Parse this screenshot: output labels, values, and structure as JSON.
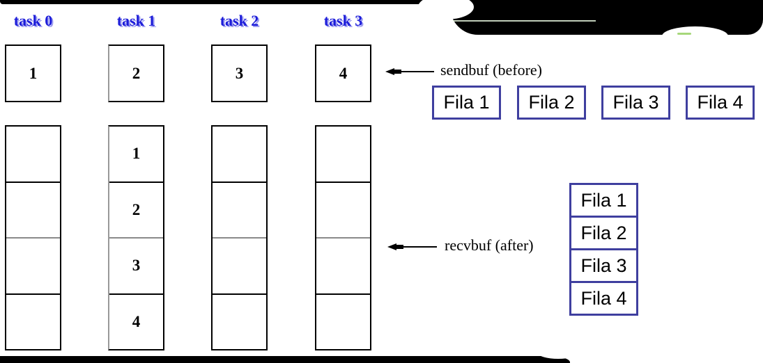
{
  "diagram": {
    "tasks": [
      {
        "label": "task 0",
        "send_value": "1",
        "recv_cells": [
          "",
          "",
          "",
          ""
        ]
      },
      {
        "label": "task 1",
        "send_value": "2",
        "recv_cells": [
          "1",
          "2",
          "3",
          "4"
        ]
      },
      {
        "label": "task 2",
        "send_value": "3",
        "recv_cells": [
          "",
          "",
          "",
          ""
        ]
      },
      {
        "label": "task 3",
        "send_value": "4",
        "recv_cells": [
          "",
          "",
          "",
          ""
        ]
      }
    ],
    "sendbuf": {
      "label": "sendbuf (before)"
    },
    "recvbuf": {
      "label": "recvbuf (after)"
    },
    "fila_row": [
      "Fila 1",
      "Fila 2",
      "Fila 3",
      "Fila 4"
    ],
    "fila_stack": [
      "Fila 1",
      "Fila 2",
      "Fila 3",
      "Fila 4"
    ],
    "colors": {
      "task_label": "#1c1cd9",
      "task_label_shadow": "#9d9df0",
      "fila_border": "#3f3f9f",
      "box_border": "#000000",
      "gray_divider": "#8a8a8a"
    }
  }
}
